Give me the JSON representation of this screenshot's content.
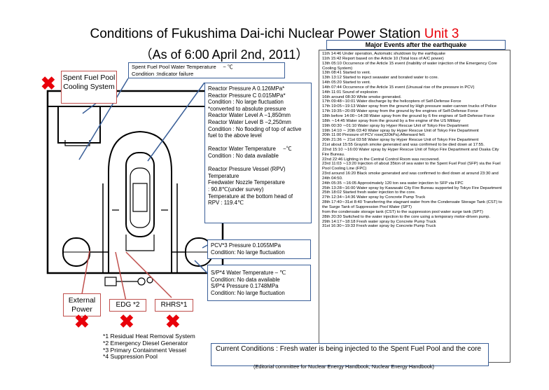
{
  "title": {
    "main": "Conditions of Fukushima Dai-ichi Nuclear Power Station ",
    "unit": "Unit 3",
    "date": "（As of 6:00 April 2nd, 2011）"
  },
  "labels": {
    "spent_fuel_cooling": "Spent Fuel Pool Cooling System",
    "external_power": "External Power",
    "edg": "EDG *2",
    "rhrs": "RHRS*1"
  },
  "spent_fuel_temp_box": {
    "line1": "Spent Fuel Pool Water Temperature　 −  ℃",
    "line2": "Condition :Indicator failure"
  },
  "reactor_box": {
    "lines": [
      "Reactor Pressure A   0.126MPa*",
      "Reactor Pressure C   0.015MPa*",
      "Condition : No large fluctuation",
      "  *converted to absolute pressure",
      "Reactor Water Level A −1,850mm",
      "Reactor Water Level B −2,250mm",
      "Condition : No flooding of top of active",
      "fuel to the above level",
      "",
      "Reactor Water Temperature 　−℃",
      "Condition : No data available",
      "",
      "Reactor Pressure Vessel (RPV)",
      "Temperature",
      "Feedwater Nozzle Temperature",
      "                     : 90.8℃(under survey)",
      "Temperature at the bottom head of",
      "RPV          :  119.4℃"
    ]
  },
  "pcv_box": {
    "line1": "PCV*3 Pressure  0.1055MPa",
    "line2": "Condition: No large fluctuation"
  },
  "sp_box": {
    "lines": [
      "S/P*4  Water Temperature –  ℃",
      "Condition: No data available",
      "S/P*4  Pressure  0.1748MPa",
      "Condition: No large fluctuation"
    ]
  },
  "events": {
    "heading": "Major Events after the earthquake",
    "items": [
      "11th 14:46 Under operation, Automatic shutdown by the earthquake",
      "11th 15:42 Report based on the Article 10 (Total loss of A/C power)",
      "13th 05:10 Occurrence of the Article 15 event (Inability of water injection of the Emergency Core Cooling System)",
      "13th 08:41 Started to vent.",
      "13th 13:12 Started to inject seawater and borated water to core.",
      "14th 05:20 Started to vent.",
      "14th 07:44 Occurrence of the Article 15 event (Unusual rise of the pressure in PCV)",
      "14th 11:01 Sound of explosion",
      "16th around 08:30 White smoke generated.",
      "17th 09:48∼10:01 Water discharge by the helicopters of Self-Defense Force",
      "17th 19:05∼19:13 Water spray from the ground by High pressure water-cannon trucks of Police",
      "17th 19:35∼20:09 Water spray from the ground by fire engines of Self-Defense Force",
      "18th before 14:00∼14:38 Water spray from the ground by 6 fire engines of Self-Defense Force",
      "18th ∼14:45 Water spray from the ground by a fire engine of the US Military",
      "19th 00:30 ∼01:10 Water spray by Hyper Rescue Unit of Tokyo Fire Department",
      "19th 14:10 ∼ 20th 03:40 Water spray by Hyper Rescue Unit of Tokyo Fire Department",
      "20th 11:00 Pressure of PCV rose(320kPa).Afterward fell.",
      "20th 21:36 ∼ 21st 03:58 Water spray by Hyper Rescue Unit of Tokyo Fire Department",
      "21st about 15:55 Grayish smoke generated and was confirmed to be died down at 17:55.",
      "22nd 15:10 ∼16:00 Water spray by Hyper Rescue Unit of Tokyo Fire Department and Osaka City Fire Bureau.",
      "22nd 22:46 Lighting in the Central Control Room was recovered.",
      "23rd 11:03 ∼13:20 Injection of about 35ton of sea water to the Spent Fuel Pool (SFP) via the Fuel Pool Cooling Line (FPC)",
      "23rd around 16:20 Black smoke generated and was confirmed to died down at around 23:30 and 24th 04:50.",
      "24th 05:35 ∼16:05 Approximately 120 ton sea water injection to SFP via FPC",
      "25th 13:28∼16:00 Water spray by Kawasaki City Fire Bureau supported by Tokyo Fire Department",
      "25th 18:02 Started fresh water injection to the core.",
      "27th 12:34∼14:36 Water spray by Concrete Pump Truck",
      "28th 17:40∼31st 8:40 Transferring the stagnant water from the Condensate Storage Tank (CST) to the Surge Tank of Suppression Pool Water (SPT)",
      "from the condensate storage tank (CST) to the suppression pool water surge tank (SPT)",
      "28th 20:30 Switched to the water injection to the core using a temporary motor-driven pump.",
      "29th 14:17∼18:18 Fresh water spray by Concrete Pump Truck",
      "31st 16:30∼19:33 Fresh water spray by Concrete Pump Truck"
    ]
  },
  "legend": [
    "*1 Residual Heat Removal System",
    "*2 Emergency Diesel Generator",
    "*3 Primary Containment Vessel",
    "*4 Suppression Pool"
  ],
  "current": "Current Conditions : Fresh water is being injected to the Spent Fuel Pool and the core",
  "footer": "(Editorial committee for Nuclear Energy Handbook, Nuclear Energy Handbook)",
  "colors": {
    "accent": "#e8000a",
    "box_border": "#3a5f98",
    "red_border": "#c0504d"
  }
}
